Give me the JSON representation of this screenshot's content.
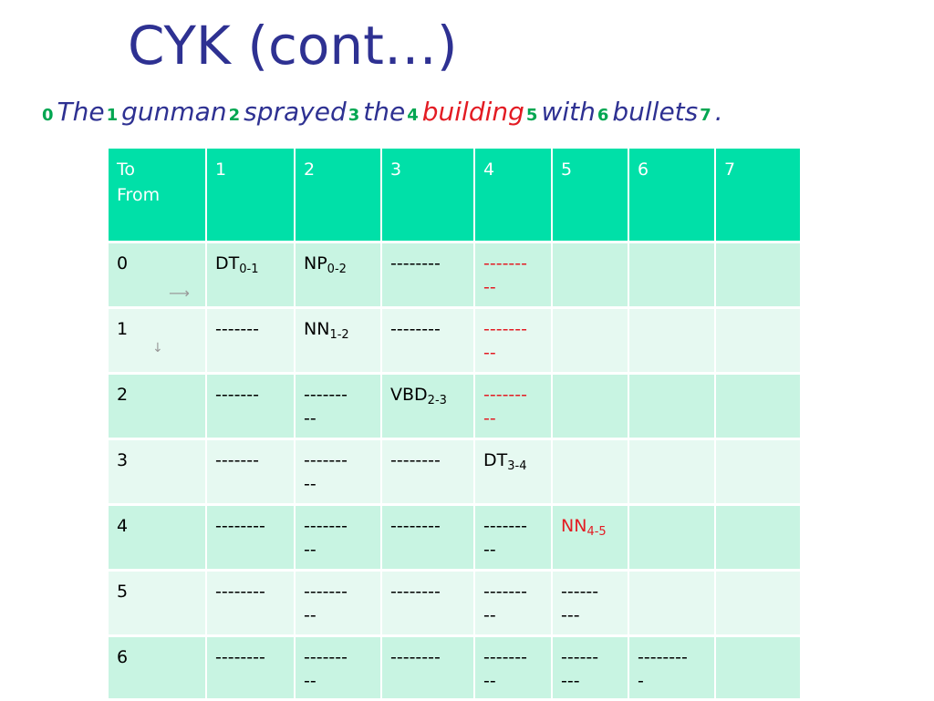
{
  "title": "CYK (cont…)",
  "sentence": [
    {
      "idx": "0",
      "word": "The",
      "highlight": false
    },
    {
      "idx": "1",
      "word": "gunman",
      "highlight": false
    },
    {
      "idx": "2",
      "word": "sprayed",
      "highlight": false
    },
    {
      "idx": "3",
      "word": "the",
      "highlight": false
    },
    {
      "idx": "4",
      "word": "building",
      "highlight": true
    },
    {
      "idx": "5",
      "word": "with",
      "highlight": false
    },
    {
      "idx": "6",
      "word": "bullets",
      "highlight": false
    },
    {
      "idx": "7",
      "word": ".",
      "highlight": false
    }
  ],
  "table": {
    "corner_to": "To",
    "corner_from": "From",
    "headers": [
      "1",
      "2",
      "3",
      "4",
      "5",
      "6",
      "7"
    ],
    "rows": [
      {
        "from": "0",
        "cells": [
          {
            "main": "DT",
            "sub": "0-1"
          },
          {
            "main": "NP",
            "sub": "0-2"
          },
          {
            "main": "--------"
          },
          {
            "main": "-------\n--",
            "red": true
          },
          {
            "main": ""
          },
          {
            "main": ""
          },
          {
            "main": ""
          }
        ]
      },
      {
        "from": "1",
        "cells": [
          {
            "main": "-------"
          },
          {
            "main": "NN",
            "sub": "1-2"
          },
          {
            "main": "--------"
          },
          {
            "main": "-------\n--",
            "red": true
          },
          {
            "main": ""
          },
          {
            "main": ""
          },
          {
            "main": ""
          }
        ]
      },
      {
        "from": "2",
        "cells": [
          {
            "main": "-------"
          },
          {
            "main": "-------\n--"
          },
          {
            "main": "VBD",
            "sub": "2-3"
          },
          {
            "main": "-------\n--",
            "red": true
          },
          {
            "main": ""
          },
          {
            "main": ""
          },
          {
            "main": ""
          }
        ]
      },
      {
        "from": "3",
        "cells": [
          {
            "main": "-------"
          },
          {
            "main": "-------\n--"
          },
          {
            "main": "--------"
          },
          {
            "main": "DT",
            "sub": "3-4"
          },
          {
            "main": ""
          },
          {
            "main": ""
          },
          {
            "main": ""
          }
        ]
      },
      {
        "from": "4",
        "cells": [
          {
            "main": "--------"
          },
          {
            "main": "-------\n--"
          },
          {
            "main": "--------"
          },
          {
            "main": "-------\n--"
          },
          {
            "main": "NN",
            "sub": "4-5",
            "red": true
          },
          {
            "main": ""
          },
          {
            "main": ""
          }
        ]
      },
      {
        "from": "5",
        "cells": [
          {
            "main": "--------"
          },
          {
            "main": "-------\n--"
          },
          {
            "main": "--------"
          },
          {
            "main": "-------\n--"
          },
          {
            "main": "------\n---"
          },
          {
            "main": ""
          },
          {
            "main": ""
          }
        ]
      },
      {
        "from": "6",
        "cells": [
          {
            "main": "--------"
          },
          {
            "main": "-------\n--"
          },
          {
            "main": "--------"
          },
          {
            "main": "-------\n--"
          },
          {
            "main": "------\n---"
          },
          {
            "main": "--------\n-"
          },
          {
            "main": ""
          }
        ]
      }
    ]
  },
  "icons": {
    "right_arrow": "right-arrow-icon",
    "down_arrow": "down-arrow-icon"
  },
  "colors": {
    "title": "#2e3192",
    "index": "#00a651",
    "highlight": "#e31b23",
    "header_bg": "#00e0a8",
    "row_odd_bg": "#c8f4e2",
    "row_even_bg": "#e6f9f1"
  }
}
